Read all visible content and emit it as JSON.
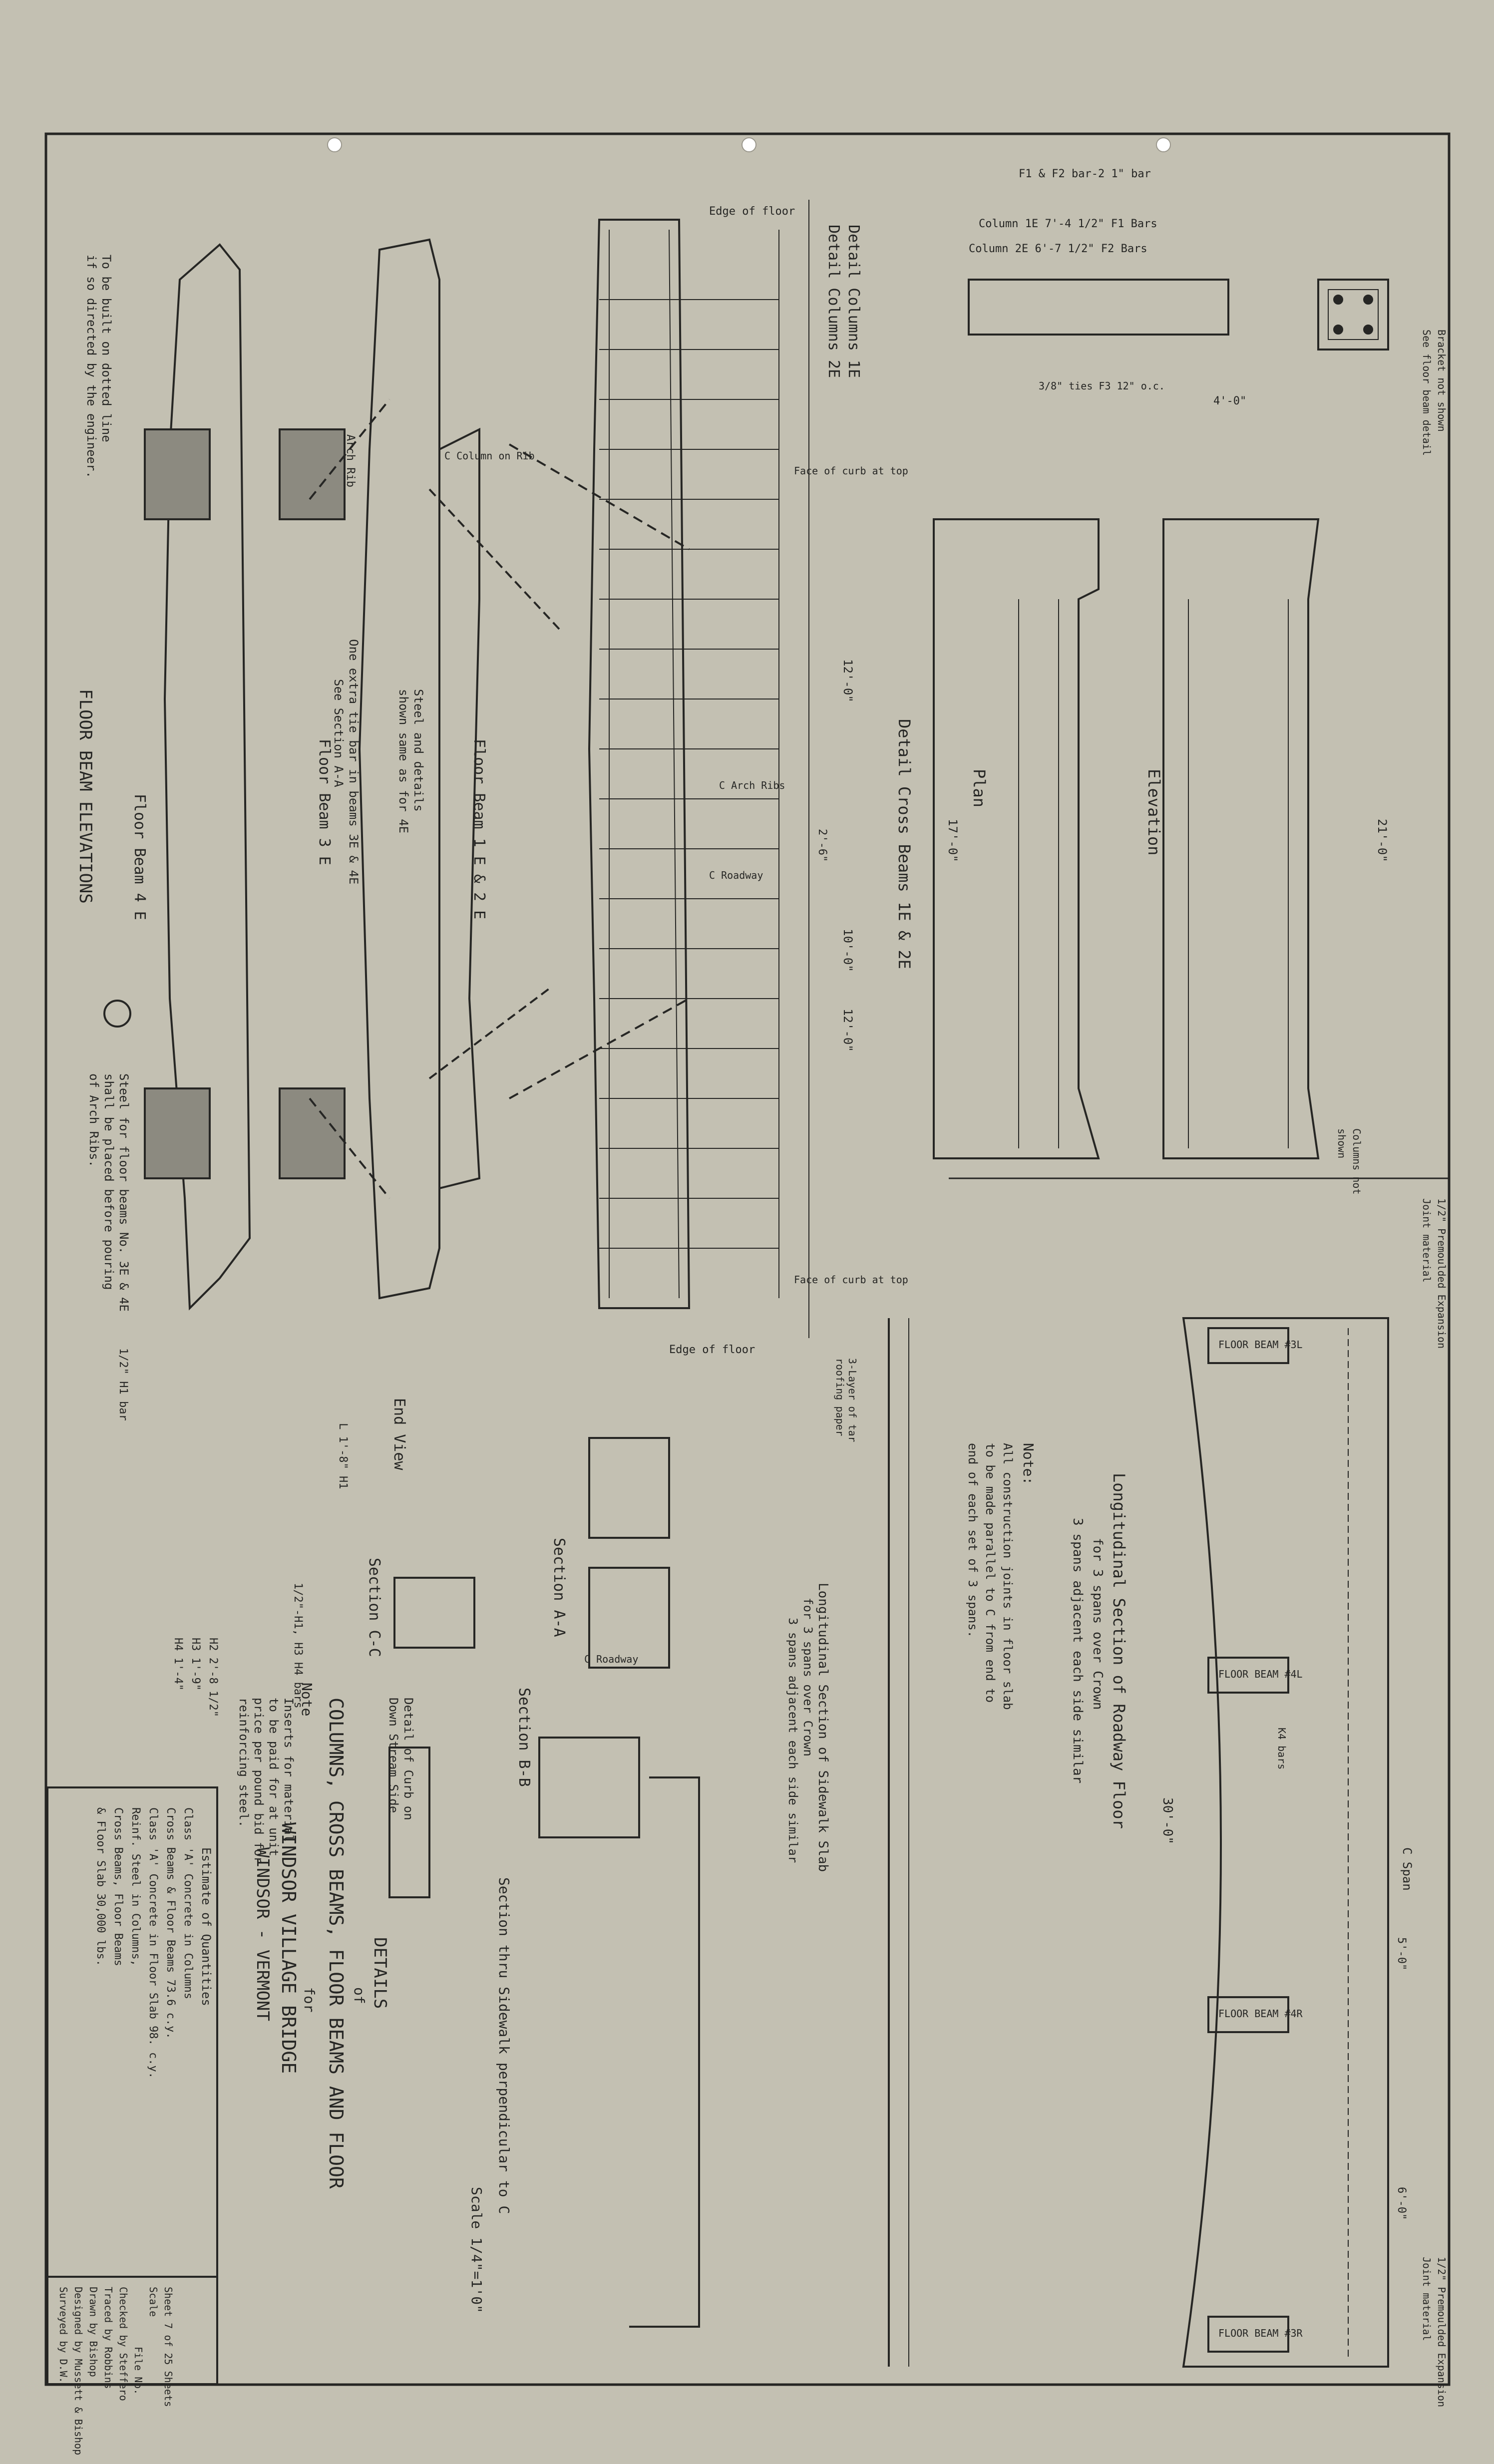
{
  "sheet": {
    "paper_color": "#c3c0b2",
    "ink_color": "#262624",
    "title_block": {
      "heading": "DETAILS",
      "of": "of",
      "subject": "COLUMNS, CROSS BEAMS, FLOOR BEAMS AND FLOOR",
      "for": "for",
      "project": "WINDSOR VILLAGE BRIDGE",
      "location": "WINDSOR - VERMONT",
      "scale": "Scale 1/4\"=1'0\"",
      "credits": [
        "Surveyed by  D.W.",
        "Designed by Mussett & Bishop",
        "Drawn by  Bishop",
        "Traced by  Robbins",
        "Checked by  Steffero",
        "Scale",
        "Sheet 7  of 25 Sheets"
      ],
      "file_label": "File No."
    },
    "quantities": {
      "title": "Estimate of Quantities",
      "rows": [
        "Class 'A' Concrete in Columns",
        "Cross Beams & Floor Beams  73.6  c.y.",
        "Class 'A' Concrete in Floor Slab  98.  c.y.",
        "Reinf. Steel in Columns,",
        "Cross Beams, Floor Beams",
        "& Floor Slab  30,000  lbs."
      ]
    },
    "notes": {
      "inserts": [
        "Note",
        "Inserts for material",
        "to be paid for at unit",
        "price per pound bid for",
        "reinforcing steel."
      ],
      "joints": [
        "Note:",
        "All construction joints in floor slab",
        "to be made parallel to C from end to",
        "end of each set of 3 spans."
      ],
      "floor_beam_steel": [
        "Steel for floor beams  No. 3E & 4E",
        "shall be placed before pouring",
        "of Arch Ribs."
      ],
      "dotted_line": [
        "To be built on dotted line",
        "if so directed by the engineer."
      ]
    },
    "views": {
      "floor_beam_4": "Floor Beam 4 E",
      "floor_beam_elevations": "FLOOR BEAM ELEVATIONS",
      "floor_beam_3": "Floor Beam 3 E",
      "floor_beam_12": "Floor Beam 1 E & 2 E",
      "extra_tie": [
        "One extra tie bar in beams 3E & 4E",
        "See Section A-A"
      ],
      "steel_note": [
        "Steel and details",
        "shown same as for 4E"
      ],
      "detail_columns_1": "Detail Columns 1E",
      "detail_columns_2": "Detail Columns 2E",
      "detail_cross_beams": "Detail Cross Beams 1E & 2E",
      "plan": "Plan",
      "elevation": "Elevation",
      "end_view": "End View",
      "section_cc": "Section C-C",
      "section_aa": "Section A-A",
      "section_bb": "Section B-B",
      "curb_detail": [
        "Detail of Curb on",
        "Down Stream Side"
      ],
      "sidewalk_section": "Section thru Sidewalk perpendicular to C",
      "roadway_section": [
        "Longitudinal Section of Roadway Floor",
        "for 3 spans over Crown",
        "3 spans adjacent each side similar"
      ],
      "sidewalk_longitudinal": [
        "Longitudinal Section of Sidewalk Slab",
        "for 3 spans over Crown",
        "3 spans adjacent each side similar"
      ],
      "edge_of_floor_top": "Edge of floor",
      "edge_of_floor_bottom": "Edge of floor",
      "face_of_curb_top": "Face of curb at top",
      "face_of_curb_bottom": "Face of curb at top",
      "arch_rib_label": "Arch Rib",
      "column_label": "C Column on Rib",
      "arch_ribs": "C Arch Ribs",
      "roadway": "C Roadway",
      "roadway_aa": "C Roadway",
      "column_note": [
        "Columns not",
        "shown"
      ],
      "bracket": [
        "Bracket not shown",
        "See floor beam detail"
      ],
      "expansion_joint": [
        "1/2\" Premoulded Expansion",
        "Joint material"
      ],
      "expansion_joint_bottom": [
        "1/2\" Premoulded Expansion",
        "Joint material"
      ],
      "roofing_paper": [
        "3-Layer of tar",
        "roofing paper"
      ],
      "floor_beam_tags": [
        "FLOOR BEAM #3L",
        "FLOOR BEAM #4L",
        "FLOOR BEAM #4R",
        "FLOOR BEAM #3R"
      ],
      "span_label": "C Span",
      "dim_30": "30'-0\"",
      "dim_17": "17'-0\"",
      "dim_10": "10'-0\"",
      "dim_12a": "12'-0\"",
      "dim_12b": "12'-0\"",
      "dim_21": "21'-0\"",
      "dim_4": "4'-0\"",
      "dim_2_6": "2'-6\"",
      "dim_5": "5'-0\"",
      "dim_6": "6'-0\"",
      "k_bars": "K4 bars",
      "bar_table": [
        "L  1'-8\"  H1",
        "H2  2'-8 1/2\"",
        "H3  1'-9\"",
        "H4  1'-4\""
      ],
      "bar_note": "1/2\" H1 bar",
      "bar_note2": "1/2\"-H1, H3 H4 bars",
      "column_bars": "Column 1E  7'-4 1/2\"  F1 Bars",
      "column_bars2": "Column 2E  6'-7 1/2\"  F2 Bars",
      "bar_spec": "F1 & F2 bar-2  1\" bar",
      "ties": "3/8\" ties F3 12\" o.c."
    }
  }
}
